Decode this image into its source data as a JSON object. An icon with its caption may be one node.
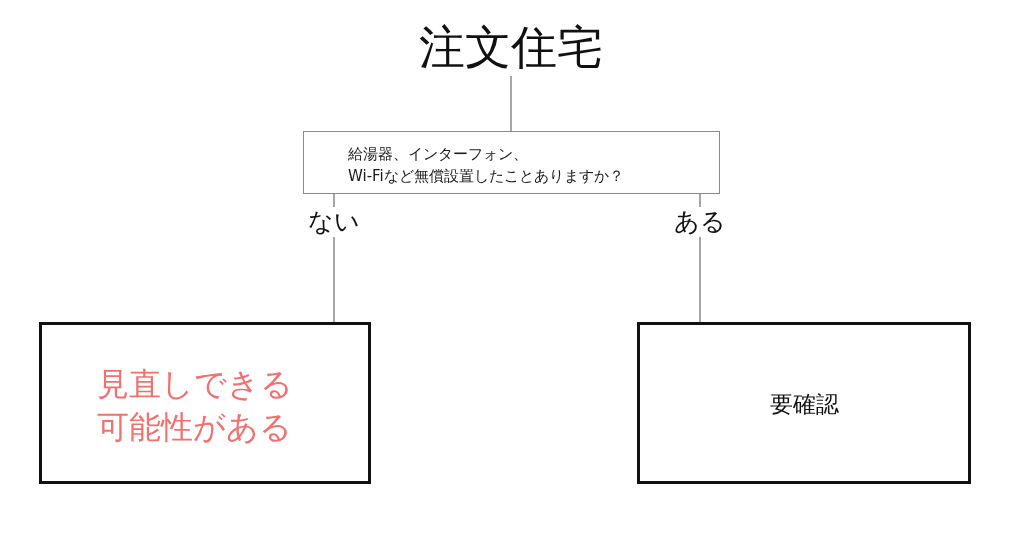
{
  "diagram": {
    "nodes": [
      {
        "text": [
          "注文住宅"
        ]
      },
      {
        "text": [
          "給湯器、インターフォン、",
          "Wi-Fiなど無償設置したことありますか？"
        ]
      },
      {
        "text": [
          "見直しできる可能性がある"
        ]
      },
      {
        "text": [
          "要確認"
        ]
      }
    ],
    "edges": [
      {
        "from": 0,
        "to": 1,
        "arrow": "none"
      },
      {
        "from": 1,
        "to": 2,
        "arrow": "none",
        "label": "ない"
      },
      {
        "from": 1,
        "to": 3,
        "arrow": "none",
        "label": "ある"
      }
    ]
  }
}
